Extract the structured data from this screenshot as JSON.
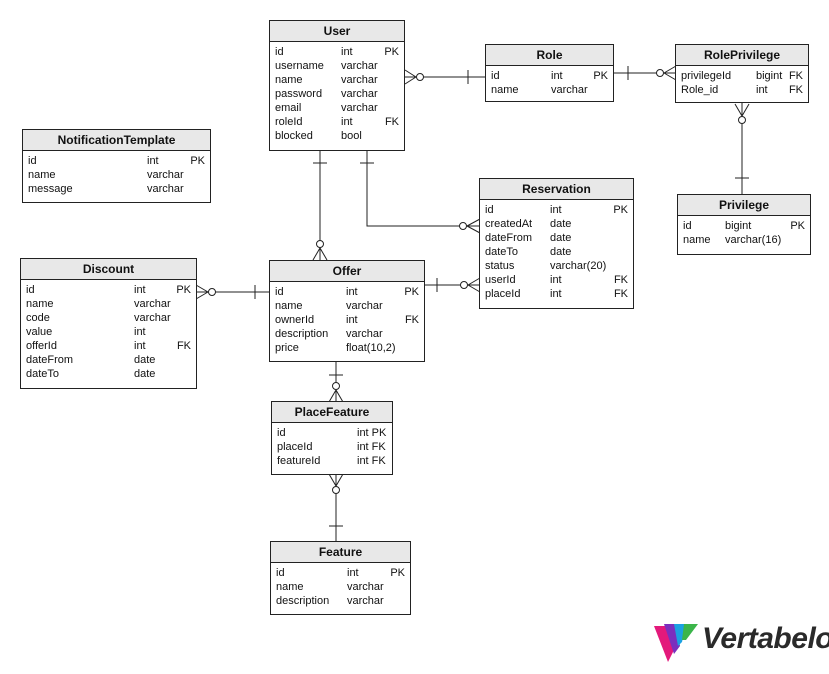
{
  "entities": {
    "user": {
      "name": "User",
      "attributes": [
        {
          "name": "id",
          "type": "int",
          "key": "PK"
        },
        {
          "name": "username",
          "type": "varchar",
          "key": ""
        },
        {
          "name": "name",
          "type": "varchar",
          "key": ""
        },
        {
          "name": "password",
          "type": "varchar",
          "key": ""
        },
        {
          "name": "email",
          "type": "varchar",
          "key": ""
        },
        {
          "name": "roleId",
          "type": "int",
          "key": "FK"
        },
        {
          "name": "blocked",
          "type": "bool",
          "key": ""
        }
      ]
    },
    "role": {
      "name": "Role",
      "attributes": [
        {
          "name": "id",
          "type": "int",
          "key": "PK"
        },
        {
          "name": "name",
          "type": "varchar",
          "key": ""
        }
      ]
    },
    "role_privilege": {
      "name": "RolePrivilege",
      "attributes": [
        {
          "name": "privilegeId",
          "type": "bigint",
          "key": "FK"
        },
        {
          "name": "Role_id",
          "type": "int",
          "key": "FK"
        }
      ]
    },
    "notification_template": {
      "name": "NotificationTemplate",
      "attributes": [
        {
          "name": "id",
          "type": "int",
          "key": "PK"
        },
        {
          "name": "name",
          "type": "varchar",
          "key": ""
        },
        {
          "name": "message",
          "type": "varchar",
          "key": ""
        }
      ]
    },
    "reservation": {
      "name": "Reservation",
      "attributes": [
        {
          "name": "id",
          "type": "int",
          "key": "PK"
        },
        {
          "name": "createdAt",
          "type": "date",
          "key": ""
        },
        {
          "name": "dateFrom",
          "type": "date",
          "key": ""
        },
        {
          "name": "dateTo",
          "type": "date",
          "key": ""
        },
        {
          "name": "status",
          "type": "varchar(20)",
          "key": ""
        },
        {
          "name": "userId",
          "type": "int",
          "key": "FK"
        },
        {
          "name": "placeId",
          "type": "int",
          "key": "FK"
        }
      ]
    },
    "privilege": {
      "name": "Privilege",
      "attributes": [
        {
          "name": "id",
          "type": "bigint",
          "key": "PK"
        },
        {
          "name": "name",
          "type": "varchar(16)",
          "key": ""
        }
      ]
    },
    "discount": {
      "name": "Discount",
      "attributes": [
        {
          "name": "id",
          "type": "int",
          "key": "PK"
        },
        {
          "name": "name",
          "type": "varchar",
          "key": ""
        },
        {
          "name": "code",
          "type": "varchar",
          "key": ""
        },
        {
          "name": "value",
          "type": "int",
          "key": ""
        },
        {
          "name": "offerId",
          "type": "int",
          "key": "FK"
        },
        {
          "name": "dateFrom",
          "type": "date",
          "key": ""
        },
        {
          "name": "dateTo",
          "type": "date",
          "key": ""
        }
      ]
    },
    "offer": {
      "name": "Offer",
      "attributes": [
        {
          "name": "id",
          "type": "int",
          "key": "PK"
        },
        {
          "name": "name",
          "type": "varchar",
          "key": ""
        },
        {
          "name": "ownerId",
          "type": "int",
          "key": "FK"
        },
        {
          "name": "description",
          "type": "varchar",
          "key": ""
        },
        {
          "name": "price",
          "type": "float(10,2)",
          "key": ""
        }
      ]
    },
    "place_feature": {
      "name": "PlaceFeature",
      "attributes": [
        {
          "name": "id",
          "type": "int PK",
          "key": ""
        },
        {
          "name": "placeId",
          "type": "int FK",
          "key": ""
        },
        {
          "name": "featureId",
          "type": "int FK",
          "key": ""
        }
      ]
    },
    "feature": {
      "name": "Feature",
      "attributes": [
        {
          "name": "id",
          "type": "int",
          "key": "PK"
        },
        {
          "name": "name",
          "type": "varchar",
          "key": ""
        },
        {
          "name": "description",
          "type": "varchar",
          "key": ""
        }
      ]
    }
  },
  "relationships": [
    {
      "from": "role",
      "to": "user",
      "from_end": "one",
      "to_end": "zero-or-many"
    },
    {
      "from": "role",
      "to": "role_privilege",
      "from_end": "one",
      "to_end": "zero-or-many"
    },
    {
      "from": "privilege",
      "to": "role_privilege",
      "from_end": "one",
      "to_end": "zero-or-many"
    },
    {
      "from": "user",
      "to": "offer",
      "from_end": "one",
      "to_end": "zero-or-many"
    },
    {
      "from": "user",
      "to": "reservation",
      "from_end": "one",
      "to_end": "zero-or-many"
    },
    {
      "from": "offer",
      "to": "reservation",
      "from_end": "one",
      "to_end": "zero-or-many"
    },
    {
      "from": "offer",
      "to": "discount",
      "from_end": "one",
      "to_end": "zero-or-many"
    },
    {
      "from": "offer",
      "to": "place_feature",
      "from_end": "one",
      "to_end": "zero-or-many"
    },
    {
      "from": "feature",
      "to": "place_feature",
      "from_end": "one",
      "to_end": "zero-or-many"
    }
  ],
  "branding": {
    "logo_text": "Vertabelo",
    "logo_colors": [
      "#e3197b",
      "#7b2fbe",
      "#1ba1e2",
      "#3bb54a"
    ]
  }
}
